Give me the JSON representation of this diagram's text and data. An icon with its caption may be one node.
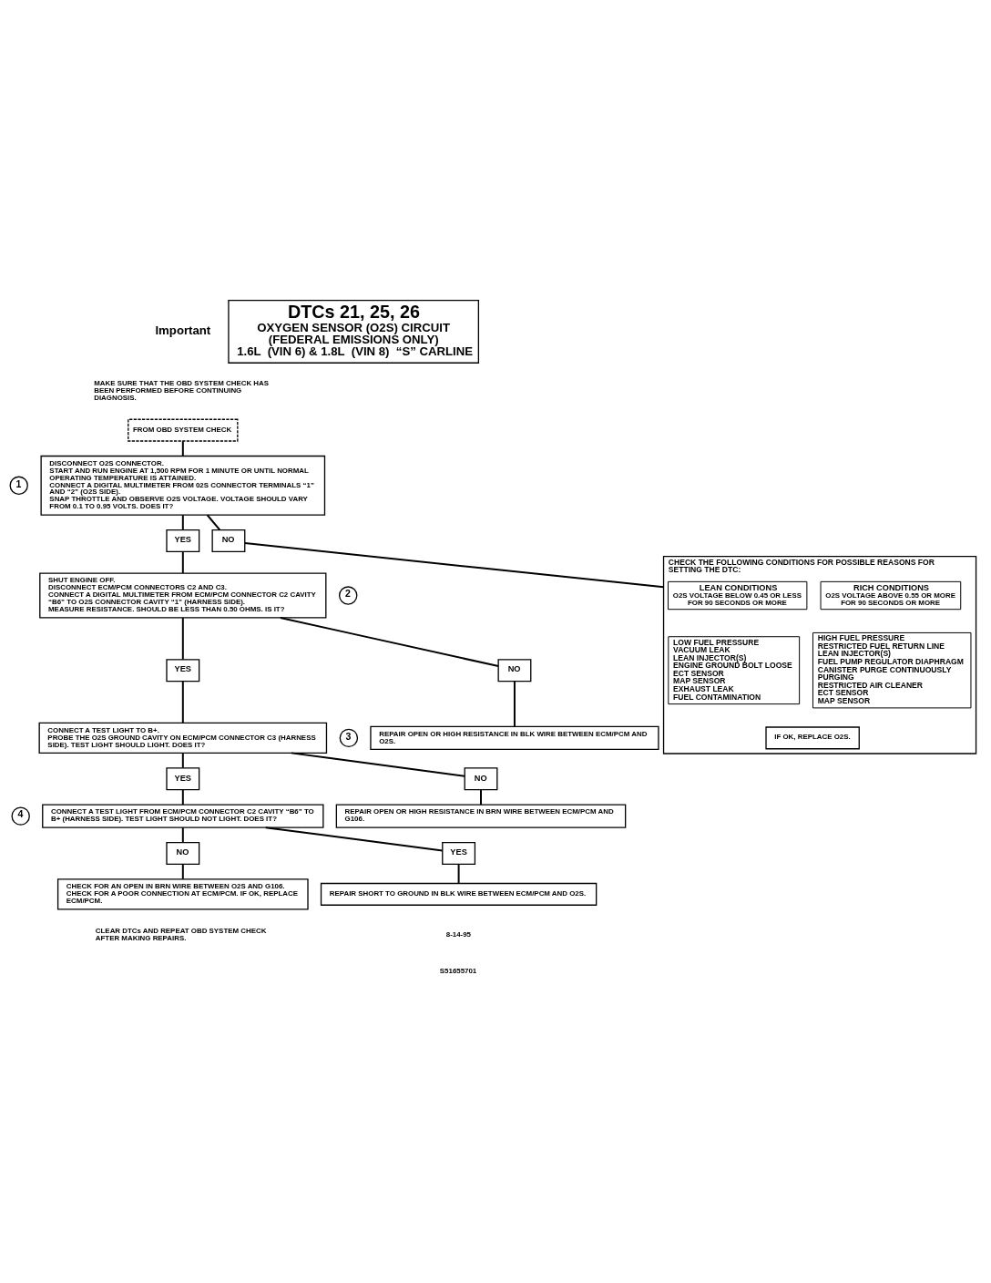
{
  "diagram": {
    "nodes": [
      {
        "text": [
          "DTCs 21, 25, 26",
          "OXYGEN SENSOR (O2S) CIRCUIT",
          "(FEDERAL EMISSIONS ONLY)",
          "1.6L  (VIN 6) & 1.8L  (VIN 8)  “S” CARLINE"
        ]
      },
      {
        "text": [
          "FROM OBD SYSTEM CHECK"
        ]
      },
      {
        "text": [
          "1"
        ]
      },
      {
        "text": [
          "DISCONNECT O2S CONNECTOR.",
          "START AND RUN ENGINE AT 1,500 RPM FOR 1 MINUTE OR UNTIL NORMAL OPERATING TEMPERATURE IS ATTAINED.",
          "CONNECT A DIGITAL MULTIMETER FROM 02S CONNECTOR TERMINALS “1” AND “2” (O2S SIDE).",
          "SNAP THROTTLE AND OBSERVE O2S VOLTAGE. VOLTAGE SHOULD VARY FROM 0.1 TO 0.95 VOLTS. DOES IT?"
        ]
      },
      {
        "text": [
          "YES"
        ]
      },
      {
        "text": [
          "NO"
        ]
      },
      {
        "text": [
          "2"
        ]
      },
      {
        "text": [
          "SHUT ENGINE OFF.",
          "DISCONNECT ECM/PCM CONNECTORS C2 AND C3.",
          "CONNECT A DIGITAL MULTIMETER FROM ECM/PCM CONNECTOR C2 CAVITY “B6” TO O2S CONNECTOR CAVITY “1” (HARNESS SIDE).",
          "MEASURE RESISTANCE. SHOULD BE LESS THAN 0.50 OHMS. IS IT?"
        ]
      },
      {
        "text": [
          "CHECK THE FOLLOWING CONDITIONS FOR POSSIBLE REASONS FOR SETTING THE DTC:"
        ]
      },
      {
        "text": [
          "LEAN CONDITIONS",
          "O2S VOLTAGE BELOW 0.45 OR LESS FOR 90 SECONDS OR MORE"
        ],
        "in": 8
      },
      {
        "text": [
          "RICH CONDITIONS",
          "O2S VOLTAGE ABOVE 0.55 OR MORE FOR 90 SECONDS OR MORE"
        ],
        "in": 8
      },
      {
        "text": [
          "LOW FUEL PRESSURE",
          "VACUUM LEAK",
          "LEAN INJECTOR(S)",
          "ENGINE GROUND BOLT LOOSE",
          "ECT SENSOR",
          "MAP SENSOR",
          "EXHAUST LEAK",
          "FUEL CONTAMINATION"
        ],
        "in": 8
      },
      {
        "text": [
          "HIGH FUEL PRESSURE",
          "RESTRICTED FUEL RETURN LINE",
          "LEAN INJECTOR(S)",
          "FUEL PUMP REGULATOR DIAPHRAGM",
          "CANISTER PURGE CONTINUOUSLY PURGING",
          "RESTRICTED AIR CLEANER",
          "ECT SENSOR",
          "MAP SENSOR"
        ],
        "in": 8
      },
      {
        "text": [
          "IF OK, REPLACE O2S."
        ],
        "in": 8
      },
      {
        "text": [
          "YES"
        ]
      },
      {
        "text": [
          "NO"
        ]
      },
      {
        "text": [
          "3"
        ]
      },
      {
        "text": [
          "CONNECT A TEST LIGHT TO B+.",
          "PROBE THE O2S GROUND CAVITY ON ECM/PCM CONNECTOR C3 (HARNESS SIDE). TEST LIGHT SHOULD LIGHT. DOES IT?"
        ]
      },
      {
        "text": [
          "REPAIR OPEN OR HIGH RESISTANCE IN BLK WIRE BETWEEN ECM/PCM AND O2S."
        ]
      },
      {
        "text": [
          "YES"
        ]
      },
      {
        "text": [
          "NO"
        ]
      },
      {
        "text": [
          "4"
        ]
      },
      {
        "text": [
          "CONNECT A TEST LIGHT FROM ECM/PCM CONNECTOR C2 CAVITY “B6” TO B+ (HARNESS SIDE). TEST LIGHT SHOULD NOT LIGHT. DOES IT?"
        ]
      },
      {
        "text": [
          "REPAIR OPEN OR HIGH RESISTANCE IN BRN WIRE BETWEEN ECM/PCM AND G106."
        ]
      },
      {
        "text": [
          "NO"
        ]
      },
      {
        "text": [
          "YES"
        ]
      },
      {
        "text": [
          "CHECK FOR AN OPEN IN BRN WIRE BETWEEN O2S AND G106.",
          "CHECK FOR A POOR CONNECTION AT ECM/PCM. IF OK, REPLACE ECM/PCM."
        ]
      },
      {
        "text": [
          "REPAIR SHORT TO GROUND IN BLK WIRE BETWEEN ECM/PCM AND O2S."
        ]
      }
    ],
    "edges": [
      {
        "from": 1,
        "to": 3,
        "arrow": "none"
      },
      {
        "from": 3,
        "to": 4,
        "arrow": "none"
      },
      {
        "from": 3,
        "to": 5,
        "arrow": "none"
      },
      {
        "from": 4,
        "to": 7,
        "arrow": "none"
      },
      {
        "from": 5,
        "to": 8,
        "arrow": "none"
      },
      {
        "from": 7,
        "to": 14,
        "arrow": "none"
      },
      {
        "from": 7,
        "to": 15,
        "arrow": "none"
      },
      {
        "from": 14,
        "to": 17,
        "arrow": "none"
      },
      {
        "from": 15,
        "to": 18,
        "arrow": "none"
      },
      {
        "from": 17,
        "to": 19,
        "arrow": "none"
      },
      {
        "from": 17,
        "to": 20,
        "arrow": "none"
      },
      {
        "from": 19,
        "to": 22,
        "arrow": "none"
      },
      {
        "from": 20,
        "to": 23,
        "arrow": "none"
      },
      {
        "from": 22,
        "to": 24,
        "arrow": "none"
      },
      {
        "from": 22,
        "to": 25,
        "arrow": "none"
      },
      {
        "from": 24,
        "to": 26,
        "arrow": "none"
      },
      {
        "from": 25,
        "to": 27,
        "arrow": "none"
      }
    ],
    "labels": [
      "Important",
      "MAKE SURE THAT THE OBD SYSTEM CHECK HAS BEEN PERFORMED BEFORE CONTINUING DIAGNOSIS.",
      "CLEAR DTCs AND REPEAT OBD SYSTEM CHECK AFTER MAKING REPAIRS.",
      "8-14-95",
      "S51655701"
    ]
  }
}
